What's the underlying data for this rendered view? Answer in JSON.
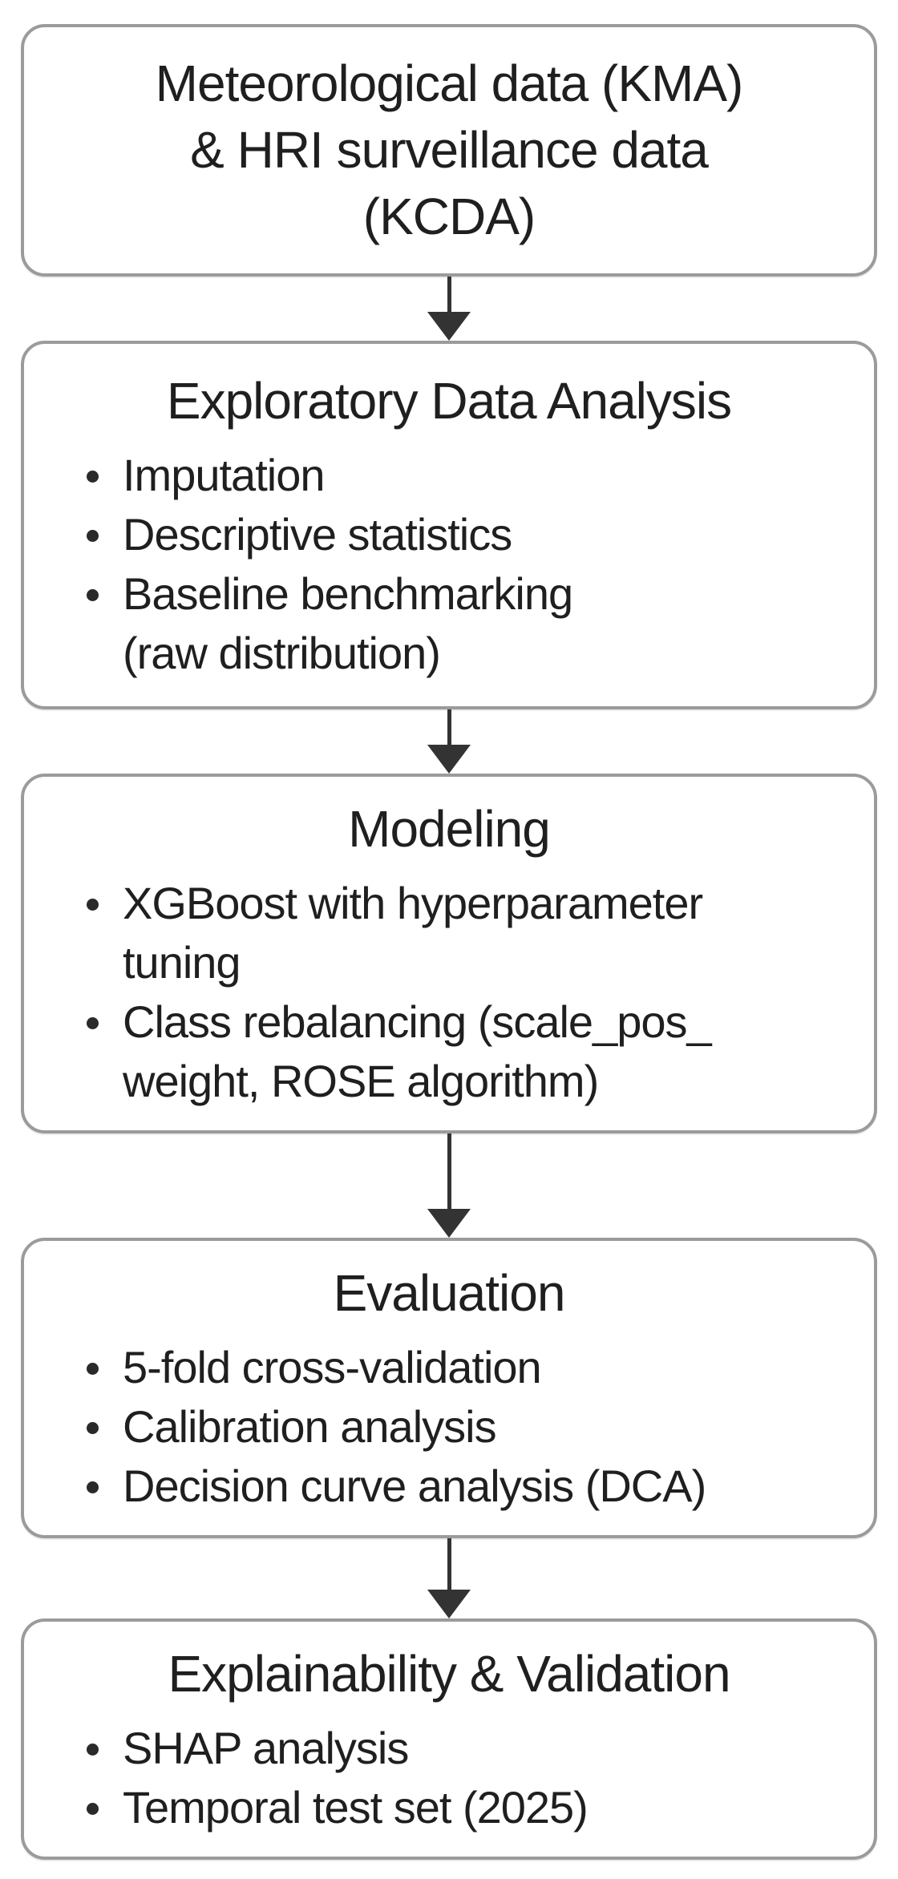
{
  "figure": {
    "type": "flowchart",
    "direction": "top-down",
    "colors": {
      "box_border": "#9b9b9b",
      "box_background": "#ffffff",
      "text": "#1f1f1f",
      "arrow": "#333333",
      "page_background": "#ffffff"
    },
    "boxes": [
      {
        "id": "data-sources",
        "title": "Meteorological data (KMA)\n& HRI surveillance data\n(KCDA)",
        "bullets": []
      },
      {
        "id": "exploratory-data-analysis",
        "title": "Exploratory Data Analysis",
        "bullets": [
          "Imputation",
          "Descriptive statistics",
          "Baseline benchmarking\n(raw distribution)"
        ]
      },
      {
        "id": "modeling",
        "title": "Modeling",
        "bullets": [
          "XGBoost with hyperparameter\ntuning",
          "Class rebalancing (scale_pos_\nweight, ROSE algorithm)"
        ]
      },
      {
        "id": "evaluation",
        "title": "Evaluation",
        "bullets": [
          "5-fold cross-validation",
          "Calibration analysis",
          "Decision curve analysis (DCA)"
        ]
      },
      {
        "id": "explainability-validation",
        "title": "Explainability & Validation",
        "bullets": [
          "SHAP analysis",
          "Temporal test set (2025)"
        ]
      }
    ]
  }
}
